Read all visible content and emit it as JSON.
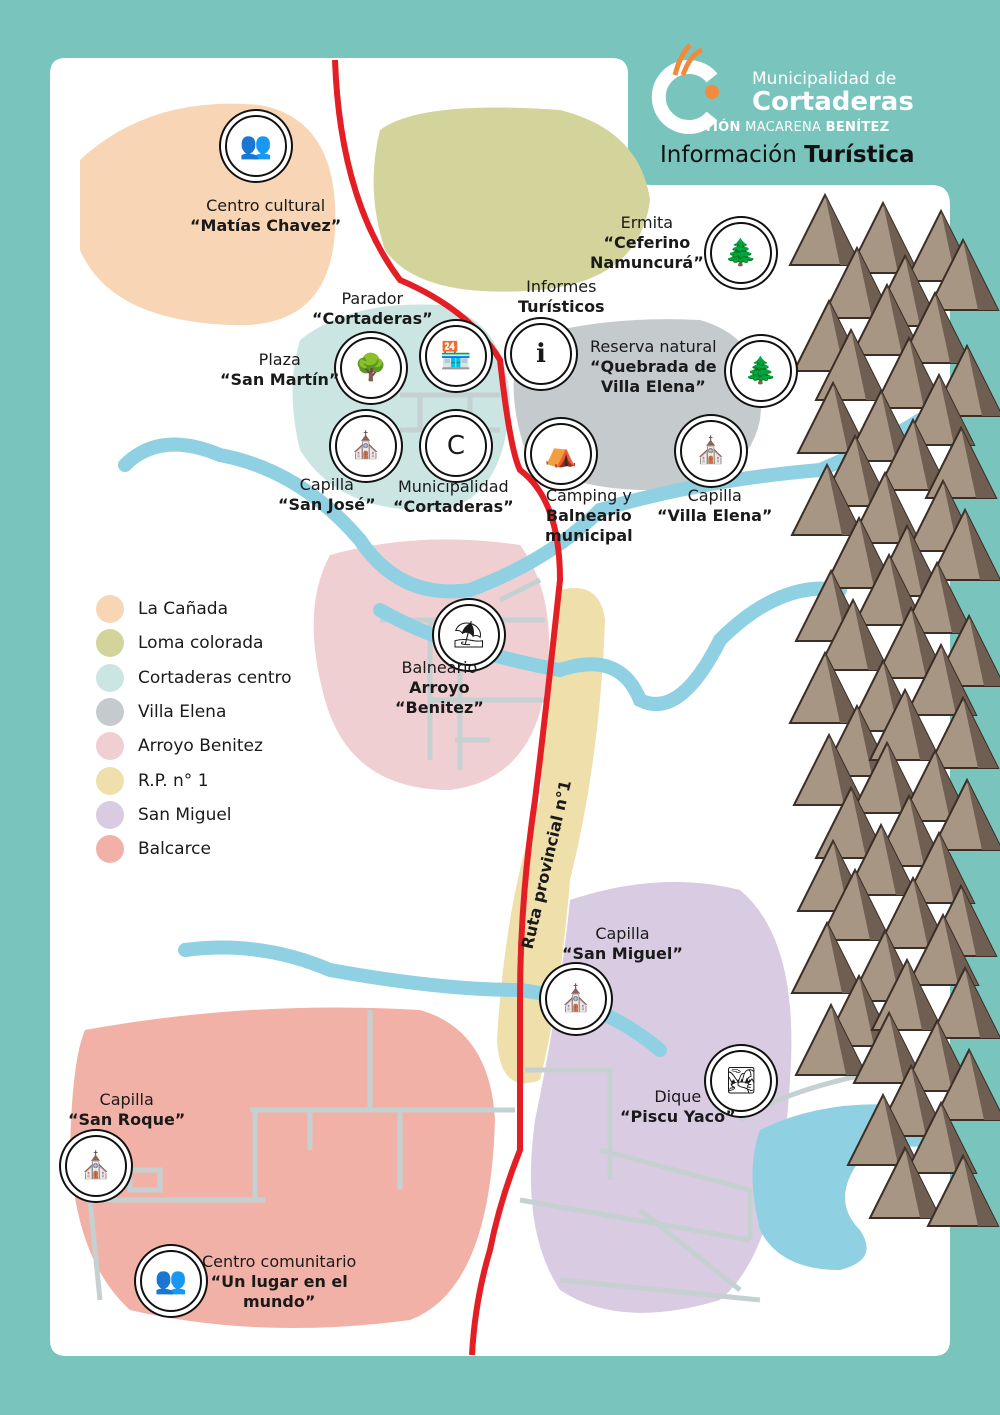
{
  "header": {
    "line1": "Municipalidad de",
    "line2": "Cortaderas",
    "gestion": "GESTIÓN",
    "name_light": "MACARENA",
    "name_bold": "BENÍTEZ",
    "info_light": "Información",
    "info_bold": "Turística"
  },
  "route_label": "Ruta provincial n°1",
  "legend": [
    {
      "label": "La Cañada",
      "color": "#f8d5b5"
    },
    {
      "label": "Loma colorada",
      "color": "#d3d49c"
    },
    {
      "label": "Cortaderas centro",
      "color": "#cbe6e2"
    },
    {
      "label": "Villa Elena",
      "color": "#c5cbcd"
    },
    {
      "label": "Arroyo Benitez",
      "color": "#efcfd2"
    },
    {
      "label": "R.P. n° 1",
      "color": "#efdfab"
    },
    {
      "label": "San Miguel",
      "color": "#d9cbe2"
    },
    {
      "label": "Balcarce",
      "color": "#f2b1a6"
    }
  ],
  "pois": [
    {
      "line1": "Centro cultural",
      "line2": "“Matías Chavez”",
      "icon": "people-icon"
    },
    {
      "line1": "Ermita",
      "line2": "“Ceferino",
      "line3": "Namuncurá”",
      "icon": "trees-icon"
    },
    {
      "line1": "Parador",
      "line2": "“Cortaderas”",
      "icon": "market-stall-icon"
    },
    {
      "line1": "Informes",
      "line2": "Turísticos",
      "icon": "info-icon"
    },
    {
      "line1": "Plaza",
      "line2": "“San Martín”",
      "icon": "park-bench-icon"
    },
    {
      "line1": "Reserva natural",
      "line2": "“Quebrada de",
      "line3": "Villa Elena”",
      "icon": "trees-icon"
    },
    {
      "line1": "Capilla",
      "line2": "“San José”",
      "icon": "chapel-icon"
    },
    {
      "line1": "Municipalidad",
      "line2": "“Cortaderas”",
      "icon": "municipality-logo-icon"
    },
    {
      "line1": "Camping y",
      "line2": "Balneario",
      "line3": "municipal",
      "icon": "tent-icon"
    },
    {
      "line1": "Capilla",
      "line2": "“Villa Elena”",
      "icon": "chapel-icon"
    },
    {
      "line1": "Balneario",
      "line2": "Arroyo",
      "line3": "“Benitez”",
      "icon": "beach-umbrella-icon"
    },
    {
      "line1": "Capilla",
      "line2": "“San Miguel”",
      "icon": "chapel-icon"
    },
    {
      "line1": "Dique",
      "line2": "“Piscu Yaco”",
      "icon": "dam-icon"
    },
    {
      "line1": "Capilla",
      "line2": "“San Roque”",
      "icon": "chapel-icon"
    },
    {
      "line1": "Centro comunitario",
      "line2": "“Un lugar en el",
      "line3": "mundo”",
      "icon": "people-icon"
    }
  ],
  "colors": {
    "background": "#79c4bd",
    "river": "#8fd1e3",
    "road": "#e31e24",
    "streets": "#c5d0d0"
  }
}
